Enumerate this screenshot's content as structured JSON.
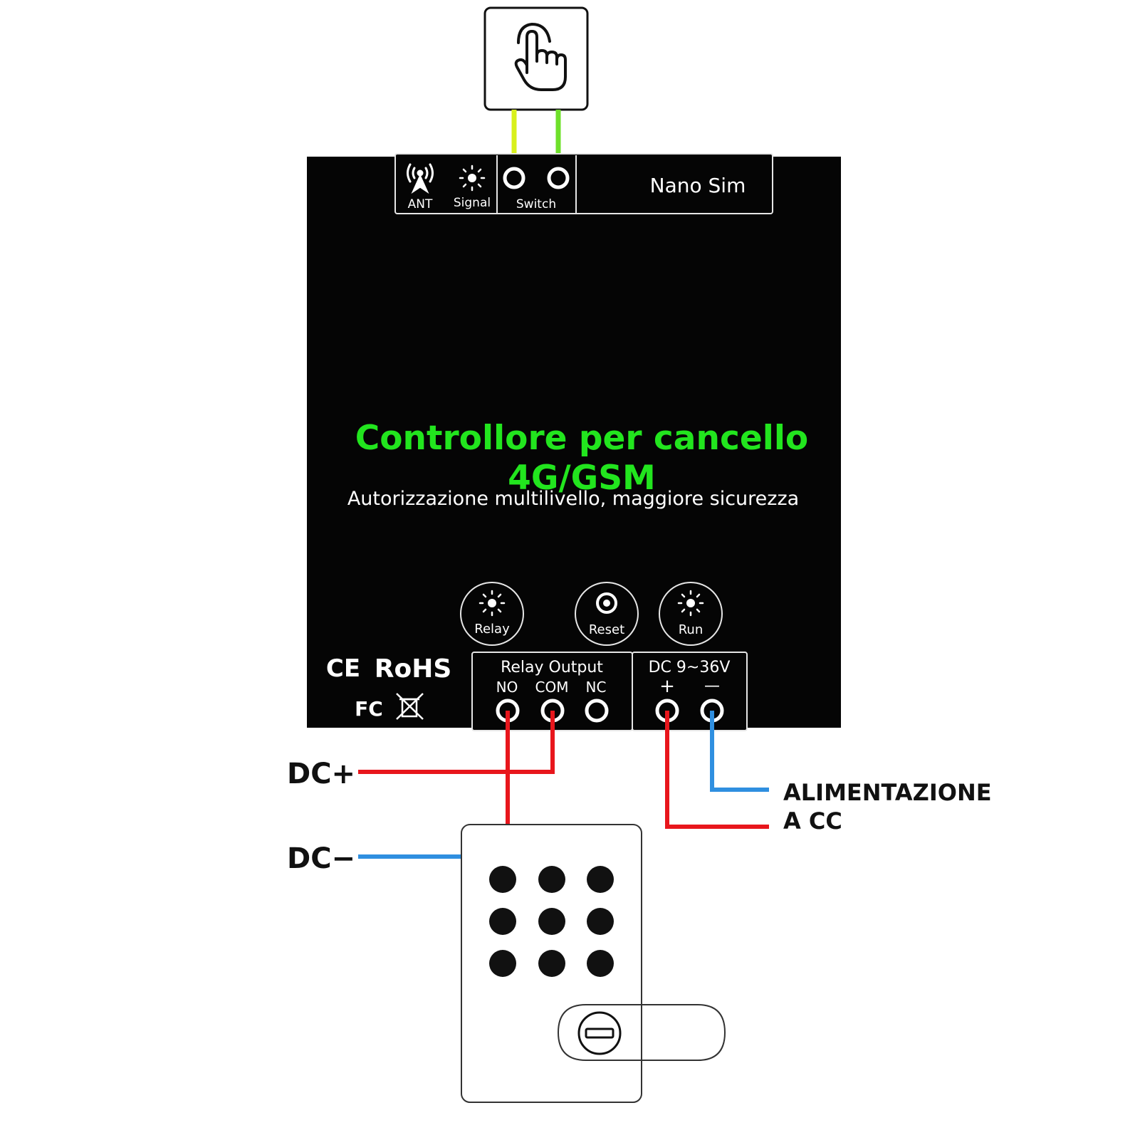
{
  "device": {
    "title_line1": "Controllore per cancello",
    "title_line2": "4G/GSM",
    "subtitle": "Autorizzazione multilivello, maggiore sicurezza",
    "title_color": "#22e51e",
    "body_color": "#050505"
  },
  "top_panel": {
    "ant_label": "ANT",
    "signal_label": "Signal",
    "switch_label": "Switch",
    "sim_label": "Nano Sim"
  },
  "indicators": {
    "relay_label": "Relay",
    "reset_label": "Reset",
    "run_label": "Run"
  },
  "relay_output": {
    "title": "Relay Output",
    "no_label": "NO",
    "com_label": "COM",
    "nc_label": "NC"
  },
  "power": {
    "title": "DC 9~36V",
    "plus_label": "+",
    "minus_label": "—"
  },
  "certifications": {
    "ce": "CE",
    "rohs": "RoHS",
    "fc": "FC"
  },
  "wiring": {
    "dc_plus_label": "DC+",
    "dc_minus_label": "DC−",
    "supply_line1": "ALIMENTAZIONE",
    "supply_line2": "A CC",
    "red_wire_color": "#e8161c",
    "blue_wire_color": "#2f8fe0",
    "yellow_wire_color": "#d8f01c",
    "green_wire_color": "#6ee02a"
  },
  "icons": {
    "push_button": "hand-pointer-icon",
    "keypad_lock": "keypad-lock-icon"
  }
}
